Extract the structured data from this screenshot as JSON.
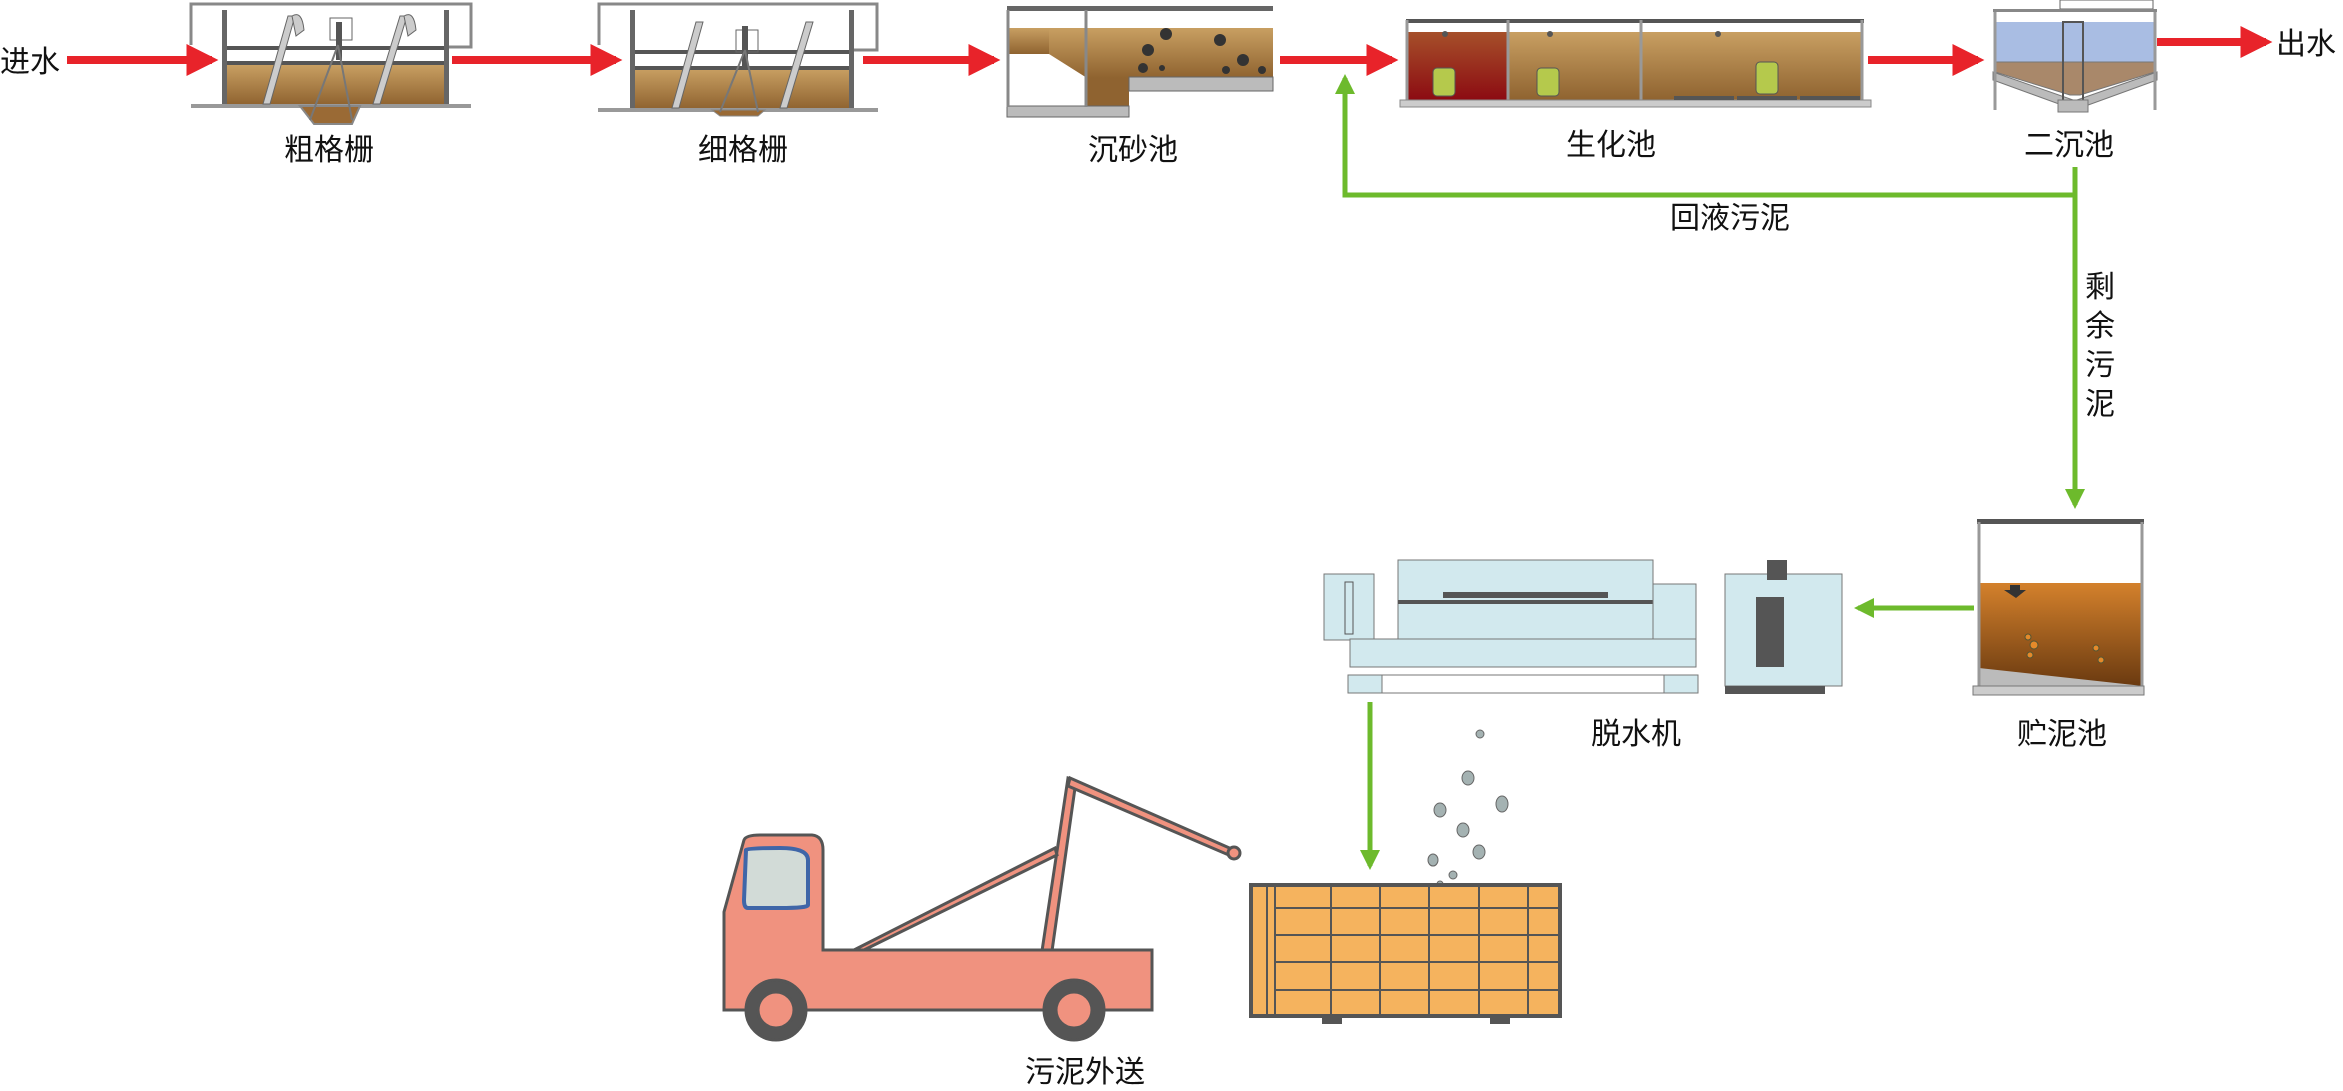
{
  "flow": {
    "inlet": "进水",
    "outlet": "出水",
    "coarse_screen": "粗格栅",
    "fine_screen": "细格栅",
    "grit_chamber": "沉砂池",
    "bio_tank": "生化池",
    "secondary_clarifier": "二沉池",
    "return_sludge": "回液污泥",
    "excess_sludge": [
      "剩",
      "余",
      "污",
      "泥"
    ],
    "sludge_tank": "贮泥池",
    "dewatering_machine": "脱水机",
    "sludge_transport": "污泥外送"
  },
  "colors": {
    "water_flow": "#e8232a",
    "sludge_flow": "#6dba2c",
    "sludge": "#c49a5c",
    "structure": "#555555",
    "clarifier_water": "#a9bde3",
    "machine": "#d2e9ee",
    "truck": "#f0927f",
    "container": "#f5b35e"
  }
}
